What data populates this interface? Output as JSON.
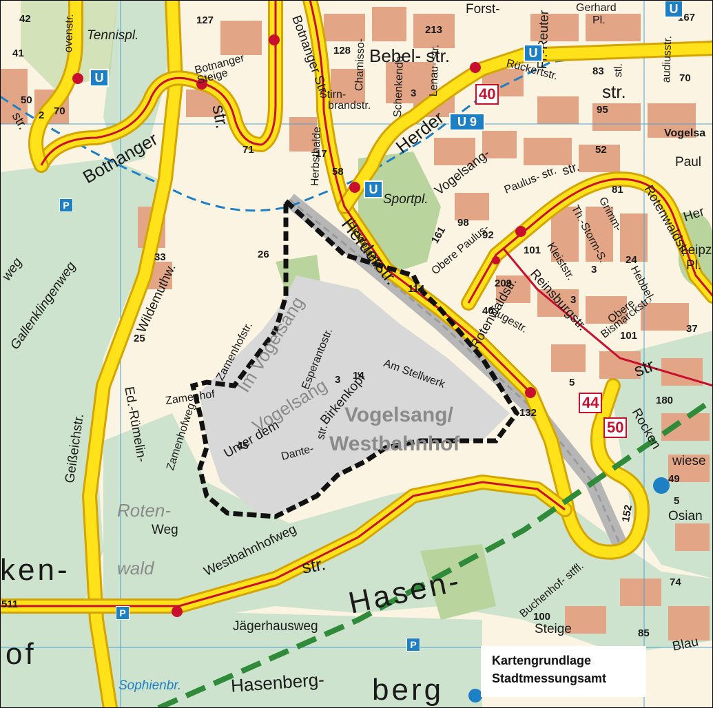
{
  "map": {
    "area_title_1": "Vogelsang/",
    "area_title_2": "Westbahnhof",
    "credit_line_1": "Kartengrundlage",
    "credit_line_2": "Stadtmessungsamt",
    "colors": {
      "land": "#fbf4e2",
      "forest": "#cde3cd",
      "park": "#b9d59d",
      "building": "#e2a687",
      "railway_area": "#d8d8d8",
      "main_road": "#ffe21a",
      "road_edge": "#d4a400",
      "tram_line": "#c8102e",
      "transit_blue": "#1d7fc4",
      "boundary": "#111111",
      "green_rail": "#2f8a3a"
    },
    "streets": {
      "hasen": "Hasen-",
      "berg": "berg",
      "hasenberg": "Hasenberg-",
      "ken": "ken-",
      "of": "of",
      "wald": "wald",
      "roten": "Roten-",
      "weg": "Weg",
      "westbahnhofweg": "Westbahnhofweg",
      "str_lower": "str.",
      "jaegerhausweg": "Jägerhausweg",
      "sophienbr": "Sophienbr.",
      "geissechstr": "Geißeichstr.",
      "gallenklingenweg": "Gallenklingenweg",
      "weg_left": "weg",
      "wildemuthw": "Wildemuthw.",
      "ed_ruemelin": "Ed.-Rümelin-",
      "zamenhofweg_a": "Zamenhof",
      "zamenhofweg_b": "Zamenhofweg",
      "zamenhofstr": "Zamenhofstr.",
      "im_vogelsang_1": "Im Vogelsang",
      "im_vogelsang_2": "Vogelsang",
      "unter_dem": "Unter dem",
      "birkenkopf": "Birkenkopf",
      "esperantostr": "Esperantostr.",
      "dantestr_a": "Dante-",
      "dantestr_b": "str.",
      "am_stellwerk": "Am Stellwerk",
      "botnanger": "Botnanger",
      "botnanger_steige_1": "Botnanger",
      "botnanger_steige_2": "Steige",
      "botnanger_str": "Botnanger Str.",
      "herbsthalde": "Herbsthalde",
      "herderstr": "Herderstr.",
      "herdersttfl": "Herderstffl.",
      "sportpl": "Sportpl.",
      "vogelsang_str": "Vogelsang-",
      "paulus_str": "Paulus- str.",
      "obere_paulus": "Obere Paulus-",
      "rotenwaldstr": "Rotenwaldstr.",
      "rotenwaldstr_r": "Rotenwaldstr.",
      "reinsburgstr": "Reinsburgstr.",
      "klugestr": "Klugestr.",
      "kleiststr": "Kleiststr.",
      "grimmstr": "Grimm-",
      "th_storm": "Th.-Storm-S.",
      "hebbelstr": "Hebbel-",
      "obere_bismarck": "Obere",
      "bismarckstr": "Bismarckstr.",
      "rocken": "Rocken",
      "wiese": "wiese",
      "osian": "Osian",
      "blau": "Blau",
      "leipz": "Leipz",
      "leipz_pl": "Pl.",
      "her": "Her",
      "paul": "Paul",
      "vogelsa": "Vogelsa",
      "forststr": "Forst-",
      "gerhard": "Gerhard",
      "gerhard_pl": "Pl.",
      "bebelstr": "Bebel- str.",
      "rueckertstr": "Rückertstr.",
      "fr_reuter": "Fr.-Reuter",
      "str_upper": "str.",
      "stirnbrandstr_1": "Stirn-",
      "stirnbrandstr_2": "brandstr.",
      "chamisso": "Chamisso-",
      "schenkendorf": "Schenkendo",
      "lenaustr": "Lenau- str.",
      "herder_upper": "Herder",
      "str_botn": "str.",
      "tennispl": "Tennispl.",
      "steige": "Steige",
      "buchenhofstffl": "Buchenhof- stffl.",
      "str_mid": "str.",
      "str_rot": "str.",
      "audiusstr": "audiusstr.",
      "vogelsa_str": "str.",
      "hoven": "ovenstr.",
      "stl": "stl.",
      "lit": "str."
    },
    "numbers": {
      "n127": "127",
      "n213": "213",
      "n128": "128",
      "n167": "167",
      "n83": "83",
      "n70a": "70",
      "n95": "95",
      "n2": "2",
      "n70": "70",
      "n41": "41",
      "n50": "50",
      "n42": "42",
      "n71": "71",
      "n58": "58",
      "n17": "17",
      "n52": "52",
      "n161": "161",
      "n98": "98",
      "n92": "92",
      "n114": "114",
      "n81": "81",
      "n101": "101",
      "n24": "24",
      "n209": "209",
      "n3a": "3",
      "n3b": "3",
      "n40": "40",
      "n37": "37",
      "n101b": "101",
      "n26": "26",
      "n33": "33",
      "n25": "25",
      "n14": "14",
      "n3c": "3",
      "n45": "45",
      "n5": "5",
      "n132": "132",
      "n180": "180",
      "n49": "49",
      "n5b": "5",
      "n152": "152",
      "n74": "74",
      "n100": "100",
      "n85": "85",
      "n511": "511",
      "n3d": "3"
    },
    "badges": {
      "u": "U",
      "u9": "U 9",
      "p": "P",
      "route_40": "40",
      "route_44": "44",
      "route_50": "50"
    }
  }
}
